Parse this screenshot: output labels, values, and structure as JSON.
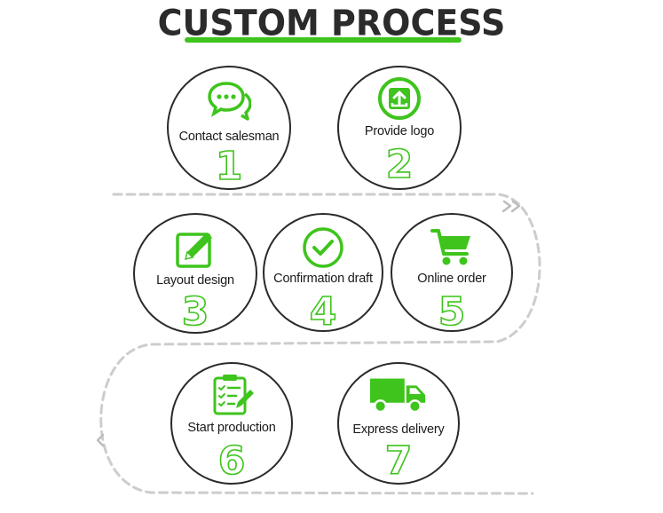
{
  "title": "CUSTOM PROCESS",
  "colors": {
    "accent": "#3ec41c",
    "outline": "#2a2a2a",
    "path": "#c8c8c8"
  },
  "steps": [
    {
      "label": "Contact salesman",
      "number": "1",
      "icon": "chat-bubbles-icon"
    },
    {
      "label": "Provide logo",
      "number": "2",
      "icon": "upload-icon"
    },
    {
      "label": "Layout design",
      "number": "3",
      "icon": "edit-pencil-icon"
    },
    {
      "label": "Confirmation draft",
      "number": "4",
      "icon": "checkmark-circle-icon"
    },
    {
      "label": "Online order",
      "number": "5",
      "icon": "shopping-cart-icon"
    },
    {
      "label": "Start production",
      "number": "6",
      "icon": "clipboard-checklist-icon"
    },
    {
      "label": "Express delivery",
      "number": "7",
      "icon": "delivery-truck-icon"
    }
  ]
}
